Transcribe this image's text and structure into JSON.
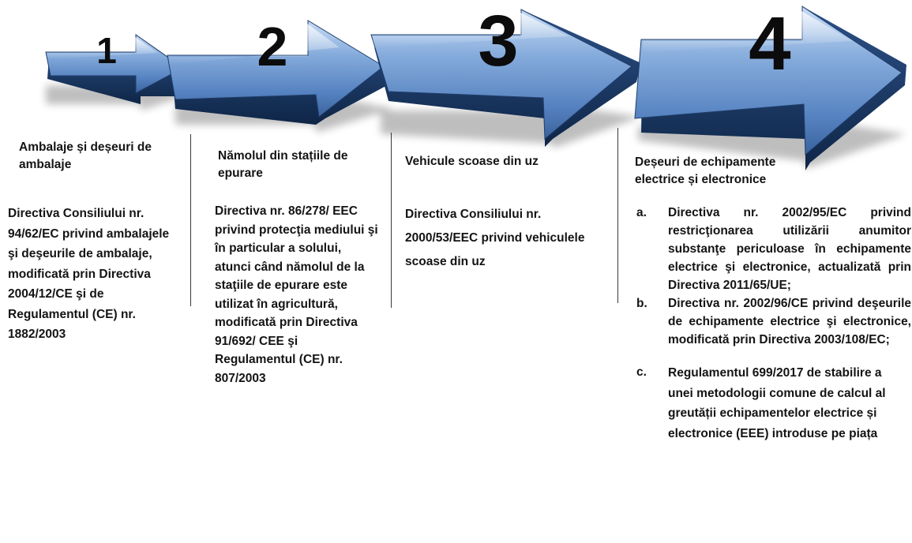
{
  "steps": [
    {
      "number": "1",
      "title": "Ambalaje și deșeuri de ambalaje",
      "body": "Directiva Consiliului nr. 94/62/EC privind ambalajele şi deşeurile de ambalaje, modificată prin Directiva 2004/12/CE şi de Regulamentul (CE) nr. 1882/2003"
    },
    {
      "number": "2",
      "title": "Nămolul din stațiile de epurare",
      "body": "Directiva nr. 86/278/ EEC privind protecţia mediului şi în particular a solului, atunci când nămolul de la staţiile de epurare este utilizat în agricultură, modificată prin Directiva 91/692/ CEE şi Regulamentul (CE) nr. 807/2003"
    },
    {
      "number": "3",
      "title": "Vehicule scoase din uz",
      "body": "Directiva Consiliului nr. 2000/53/EEC privind vehiculele scoase din uz"
    },
    {
      "number": "4",
      "title": "Deșeuri de echipamente electrice și electronice",
      "items": [
        {
          "marker": "a.",
          "text": "Directiva nr. 2002/95/EC privind restricţionarea utilizării anumitor substanţe periculoase în echipamente electrice şi electronice, actualizată prin Directiva 2011/65/UE;"
        },
        {
          "marker": "b.",
          "text": "Directiva nr. 2002/96/CE privind deşeurile de echipamente electrice şi electronice, modificată prin Directiva 2003/108/EC;"
        },
        {
          "marker": "c.",
          "text": "Regulamentul 699/2017 de stabilire a unei metodologii comune de calcul al greutății echipamentelor electrice și electronice (EEE) introduse pe piața"
        }
      ]
    }
  ],
  "colors": {
    "arrow_light": "#a9c8ec",
    "arrow_mid": "#5f8fcb",
    "arrow_dark": "#2a4f86",
    "text": "#141414"
  }
}
